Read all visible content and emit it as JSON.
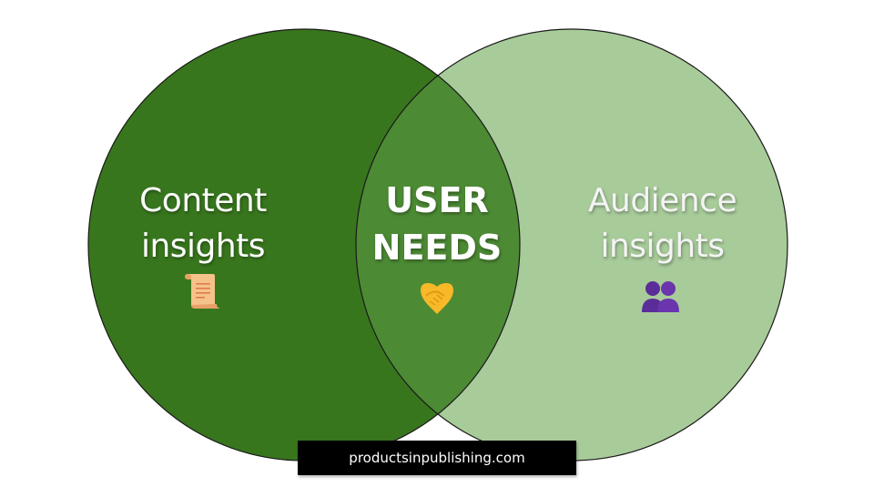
{
  "diagram": {
    "type": "venn",
    "colors": {
      "left_circle": "#38761d",
      "right_circle": "#a8cb9a",
      "overlap": "#4c8a34",
      "outline": "#1a1a1a",
      "text": "#ffffff",
      "footer_bg": "#000000"
    },
    "left": {
      "line1": "Content",
      "line2": "insights",
      "icon": "scroll-icon"
    },
    "center": {
      "line1": "USER",
      "line2": "NEEDS",
      "icon": "handshake-icon"
    },
    "right": {
      "line1": "Audience",
      "line2": "insights",
      "icon": "busts-in-silhouette-icon"
    }
  },
  "footer": {
    "text": "productsinpublishing.com"
  }
}
